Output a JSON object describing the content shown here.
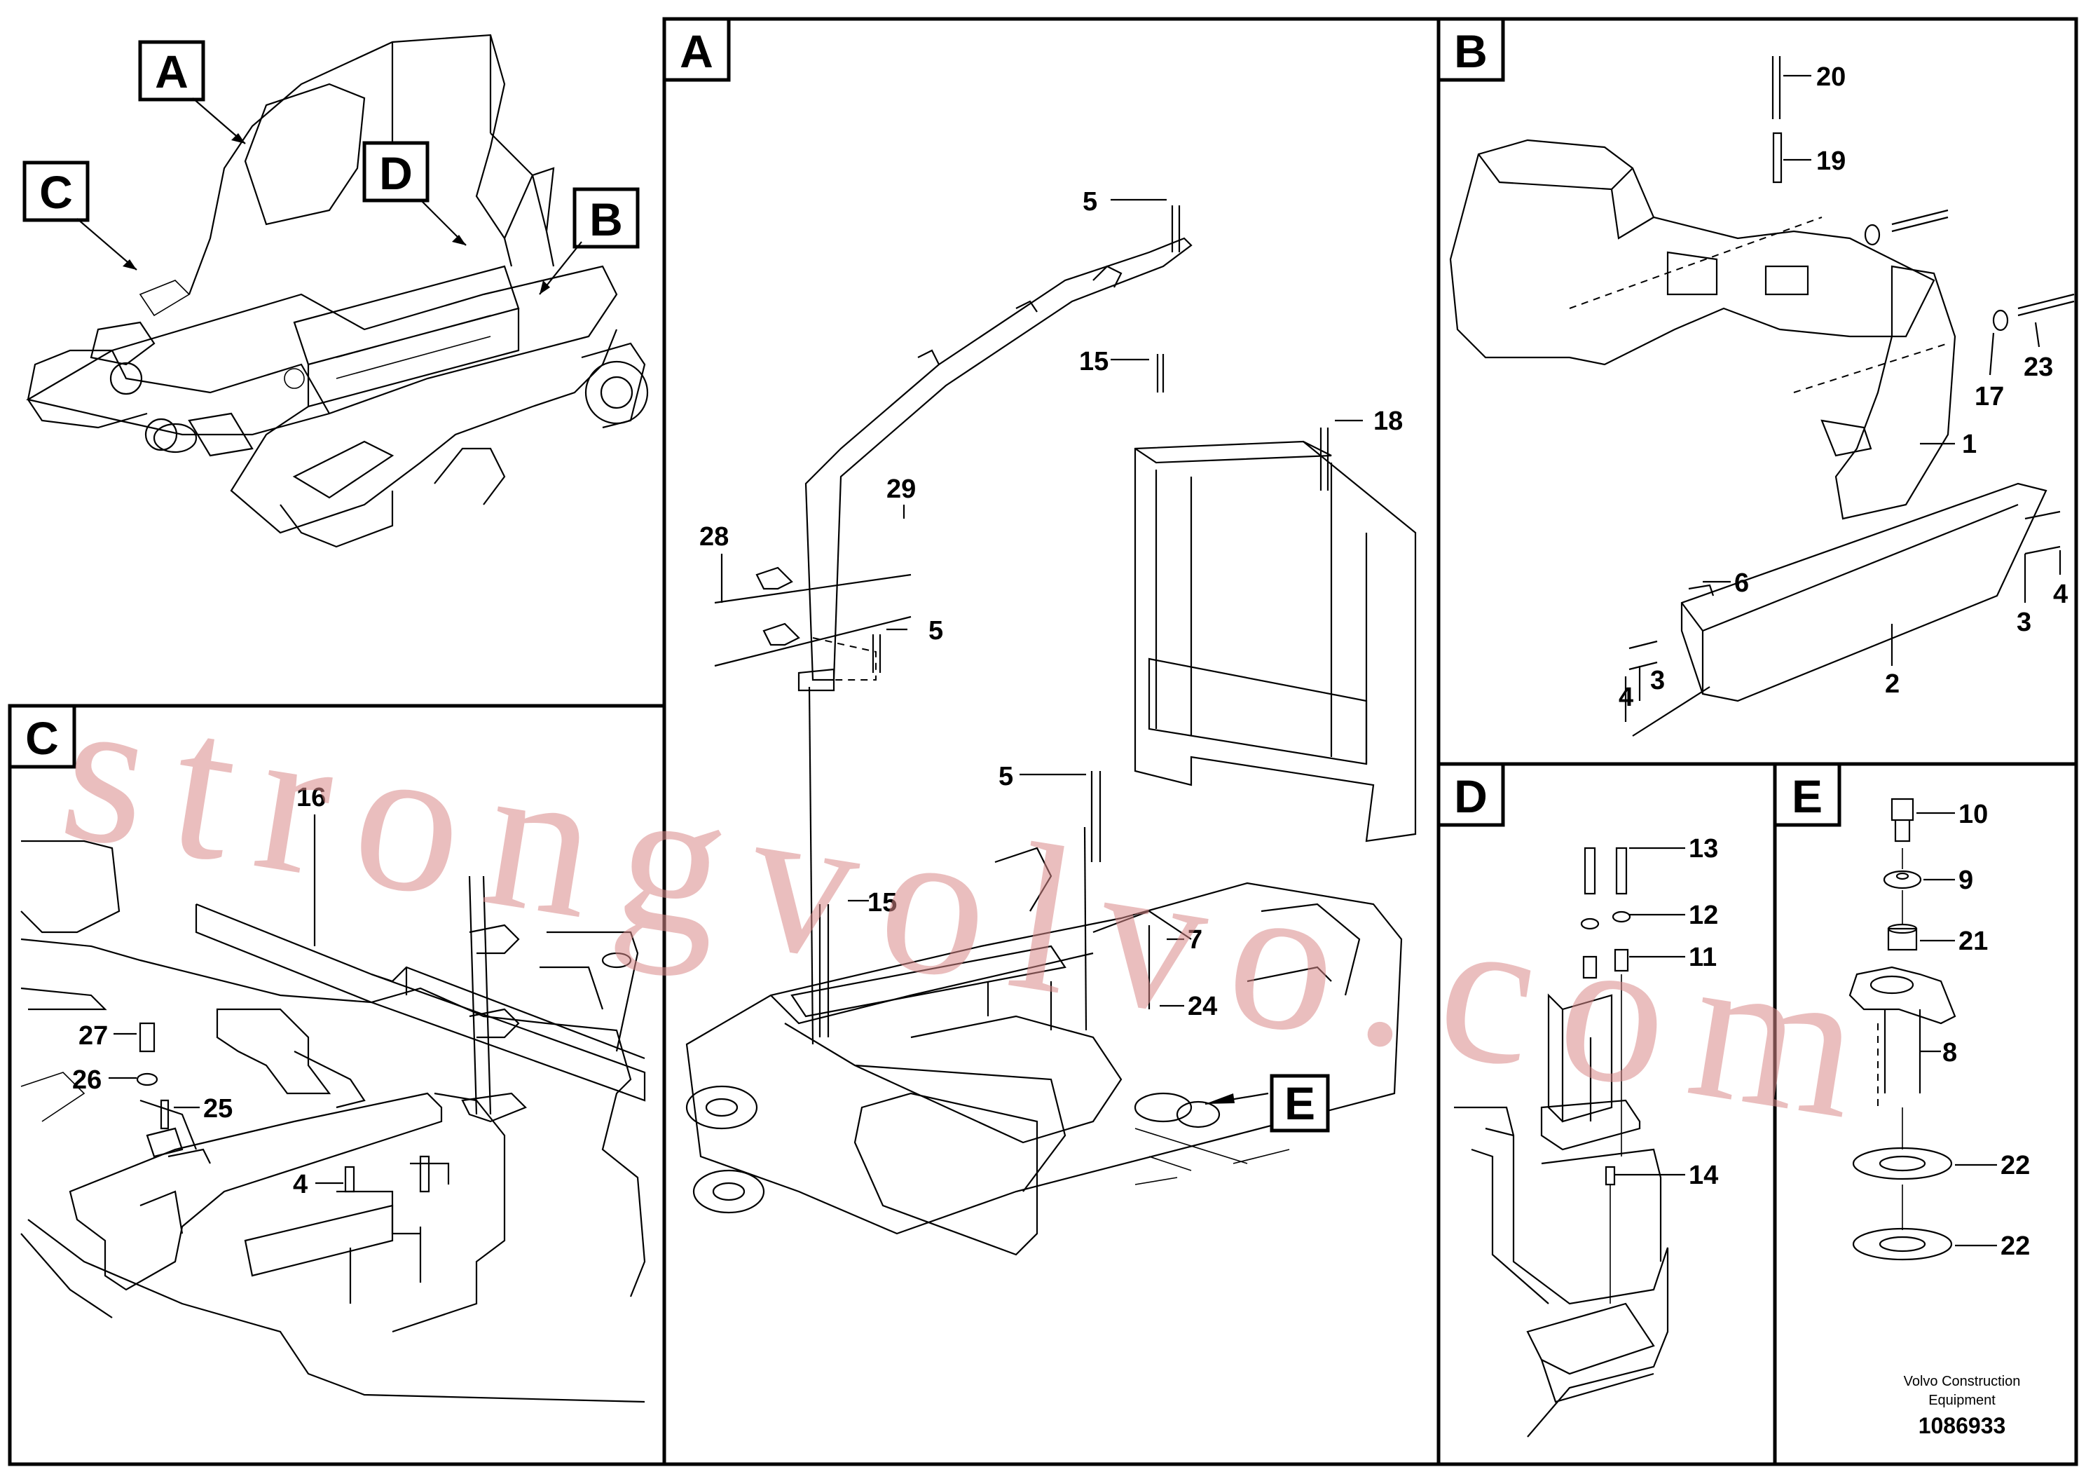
{
  "panels": {
    "A": "A",
    "B": "B",
    "C": "C",
    "D": "D",
    "E": "E"
  },
  "overview_callouts": {
    "a": "A",
    "b": "B",
    "c": "C",
    "d": "D"
  },
  "callouts_A": [
    "5",
    "15",
    "18",
    "29",
    "28",
    "5",
    "5",
    "15",
    "7",
    "24"
  ],
  "callout_A_E": "E",
  "callouts_B": [
    "20",
    "19",
    "17",
    "23",
    "1",
    "6",
    "3",
    "4",
    "3",
    "4",
    "2"
  ],
  "callouts_C": [
    "16",
    "27",
    "26",
    "25",
    "4"
  ],
  "callouts_D": [
    "13",
    "12",
    "11",
    "14"
  ],
  "callouts_E": [
    "10",
    "9",
    "21",
    "8",
    "22",
    "22"
  ],
  "footer": {
    "company_line1": "Volvo Construction",
    "company_line2": "Equipment",
    "drawing_number": "1086933"
  },
  "watermark": "strongvolvo.com",
  "colors": {
    "lines": "#000000",
    "background": "#ffffff",
    "watermark": "#d98888"
  }
}
